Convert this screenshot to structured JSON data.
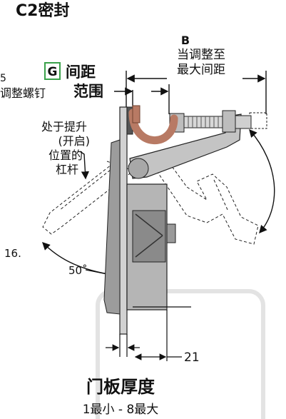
{
  "title": "C2密封",
  "ref_number": "5",
  "adjust_screw_label": "调整螺钉",
  "b_dimension": {
    "letter": "B",
    "line1": "当调整至",
    "line2": "最大间距"
  },
  "g_badge": "G",
  "gap_range": {
    "line1": "间距",
    "line2": "范围"
  },
  "lever_label": {
    "line1": "处于提升",
    "line2": "(开启)",
    "line3": "位置的",
    "line4": "杠杆"
  },
  "ref_16": "16.",
  "angle_label": "50˚",
  "dimension_21": "21",
  "door_thickness": {
    "title": "门板厚度",
    "range": "1最小 - 8最大"
  },
  "colors": {
    "bracket": "#b87a64",
    "badge_border": "#3aa14a",
    "metal": "#c9c9c9",
    "dark_metal": "#8a8a8a",
    "plate": "#d2d2d2"
  }
}
